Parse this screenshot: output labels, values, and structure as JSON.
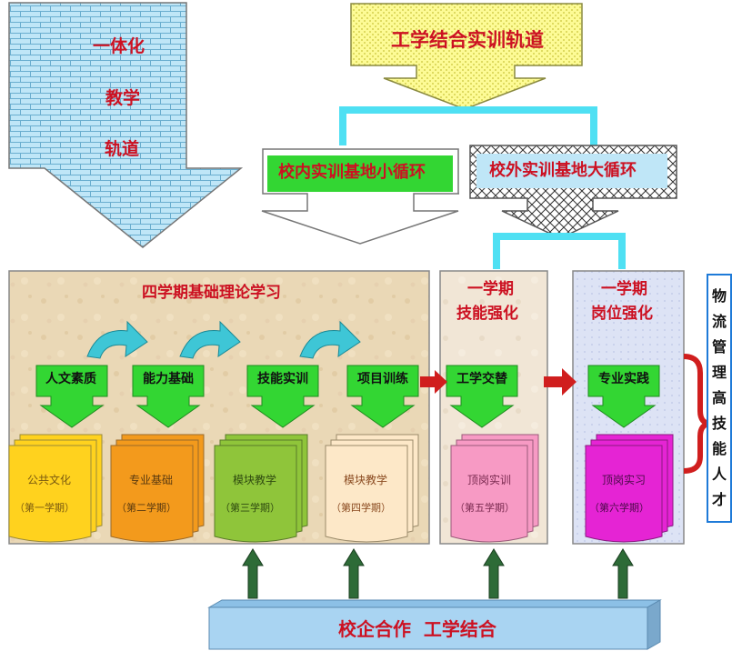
{
  "tracks": {
    "integrated": [
      "一体化",
      "教学",
      "轨道"
    ],
    "work_study": "工学结合实训轨道",
    "campus_small_loop": "校内实训基地小循环",
    "offcampus_big_loop": "校外实训基地大循环"
  },
  "panels": {
    "theory": {
      "title": "四学期基础理论学习"
    },
    "skill": {
      "title_line1": "一学期",
      "title_line2": "技能强化"
    },
    "post": {
      "title_line1": "一学期",
      "title_line2": "岗位强化"
    }
  },
  "green_boxes": [
    "人文素质",
    "能力基础",
    "技能实训",
    "项目训练",
    "工学交替",
    "专业实践"
  ],
  "modules": [
    {
      "name": "公共文化",
      "term": "（第一学期）",
      "color": "#ffd21e"
    },
    {
      "name": "专业基础",
      "term": "（第二学期）",
      "color": "#f39a1c"
    },
    {
      "name": "模块教学",
      "term": "（第三学期）",
      "color": "#8fc53a"
    },
    {
      "name": "模块教学",
      "term": "（第四学期）",
      "color": "#fde8c8"
    },
    {
      "name": "顶岗实训",
      "term": "（第五学期）",
      "color": "#f79ac4"
    },
    {
      "name": "顶岗实习",
      "term": "（第六学期）",
      "color": "#e524d4"
    }
  ],
  "result_label": [
    "物",
    "流",
    "管",
    "理",
    "高",
    "技",
    "能",
    "人",
    "才"
  ],
  "bottom_bar": "校企合作  工学结合",
  "colors": {
    "cyan": "#4fe0f3",
    "sky": "#bfe6f7",
    "yellow_box": "#fdfb96",
    "green_box": "#33d633",
    "red_arrow": "#d01e1e",
    "dark_green_arrow": "#2d6b37",
    "bottom_bar": "#a9d4f2",
    "parchment": "#e9d7b5"
  }
}
